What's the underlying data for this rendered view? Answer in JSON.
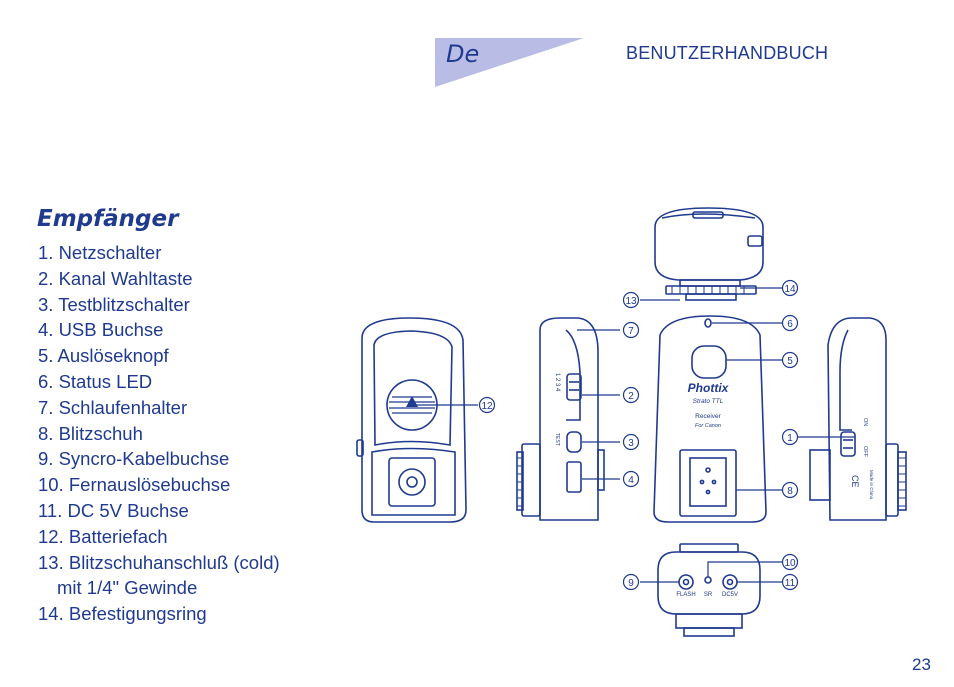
{
  "header": {
    "lang_tag": "De",
    "title": "BENUTZERHANDBUCH"
  },
  "section": {
    "title": "Empfänger",
    "items": [
      "1. Netzschalter",
      "2. Kanal Wahltaste",
      "3. Testblitzschalter",
      "4. USB Buchse",
      "5. Auslöseknopf",
      "6. Status LED",
      "7. Schlaufenhalter",
      "8. Blitzschuh",
      "9. Syncro-Kabelbuchse",
      "10. Fernauslösebuchse",
      "11. DC 5V Buchse",
      "12. Batteriefach"
    ],
    "item_13_line1": "13. Blitzschuhanschluß (cold)",
    "item_13_line2": "mit 1/4\" Gewinde",
    "item_14": "14. Befestigungsring"
  },
  "diagram": {
    "callouts": [
      "1",
      "2",
      "3",
      "4",
      "5",
      "6",
      "7",
      "8",
      "9",
      "10",
      "11",
      "12",
      "13",
      "14"
    ],
    "device": {
      "brand": "Phottix",
      "model": "Strato TTL",
      "type": "Receiver",
      "for": "For Canon",
      "port_flash": "FLASH",
      "port_sr": "SR",
      "port_dc": "DC5V",
      "switch_on": "ON",
      "switch_off": "OFF",
      "ce_mark": "CE",
      "made_in": "Made in China",
      "channel_digits": "1 2 3 4",
      "test_label": "TEST"
    }
  },
  "footer": {
    "page_number": "23"
  },
  "colors": {
    "primary": "#1f3a8f",
    "tab_fill": "#b9bde6"
  }
}
